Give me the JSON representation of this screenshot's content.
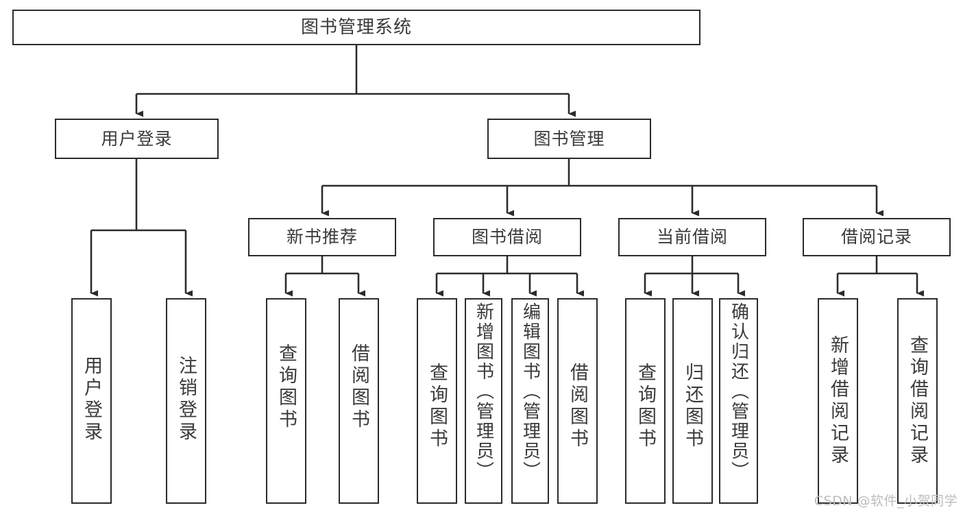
{
  "diagram": {
    "type": "tree",
    "title": "图书管理系统",
    "orientation": "top-down",
    "colors": {
      "background": "#ffffff",
      "node_fill": "#ffffff",
      "node_stroke": "#2b2b2b",
      "text": "#3a3a3a",
      "edge": "#2b2b2b",
      "watermark": "#bdbdbd"
    },
    "nodes": {
      "root": {
        "label": "图书管理系统"
      },
      "level2": [
        {
          "id": "user-login",
          "label": "用户登录"
        },
        {
          "id": "book-admin",
          "label": "图书管理"
        }
      ],
      "level3": [
        {
          "id": "new-book-rec",
          "label": "新书推荐"
        },
        {
          "id": "book-borrow",
          "label": "图书借阅"
        },
        {
          "id": "current-borrow",
          "label": "当前借阅"
        },
        {
          "id": "borrow-record",
          "label": "借阅记录"
        }
      ],
      "leaves": {
        "user_login": [
          {
            "id": "leaf-user-login",
            "label": "用户登录"
          },
          {
            "id": "leaf-logout",
            "label": "注销登录"
          }
        ],
        "new_book_rec": [
          {
            "id": "leaf-query-book-1",
            "label": "查询图书"
          },
          {
            "id": "leaf-borrow-book-1",
            "label": "借阅图书"
          }
        ],
        "book_borrow": [
          {
            "id": "leaf-query-book-2",
            "label": "查询图书"
          },
          {
            "id": "leaf-add-book",
            "label": "新增图书（管理员）"
          },
          {
            "id": "leaf-edit-book",
            "label": "编辑图书（管理员）"
          },
          {
            "id": "leaf-borrow-book-2",
            "label": "借阅图书"
          }
        ],
        "current_borrow": [
          {
            "id": "leaf-query-book-3",
            "label": "查询图书"
          },
          {
            "id": "leaf-return-book",
            "label": "归还图书"
          },
          {
            "id": "leaf-confirm-return",
            "label": "确认归还（管理员）"
          }
        ],
        "borrow_record": [
          {
            "id": "leaf-add-record",
            "label": "新增借阅记录"
          },
          {
            "id": "leaf-query-record",
            "label": "查询借阅记录"
          }
        ]
      }
    }
  },
  "watermark": {
    "text": "CSDN @软件_小贺同学"
  }
}
